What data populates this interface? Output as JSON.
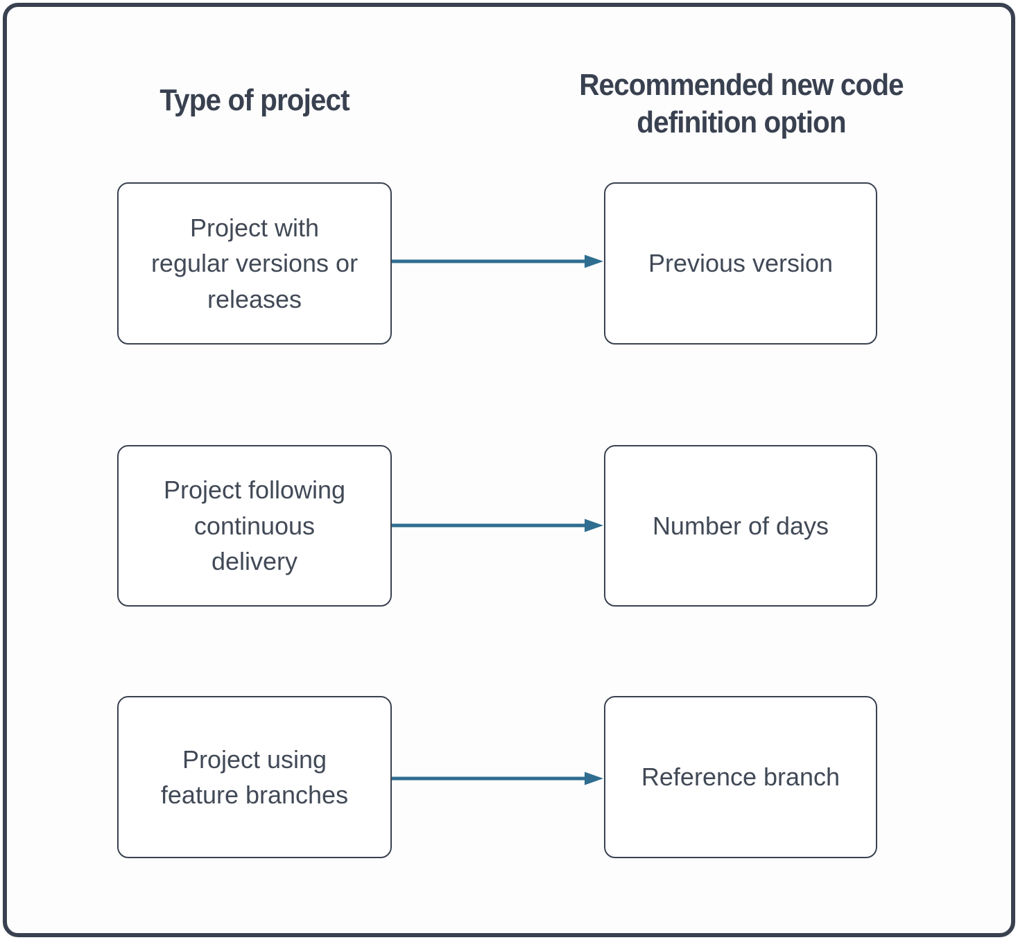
{
  "colors": {
    "slate": "#394150",
    "text": "#414956",
    "arrow": "#2f6e90",
    "bg": "#ffffff",
    "box_bg": "#fdfdfd"
  },
  "headers": {
    "left": "Type of project",
    "right": "Recommended new code\ndefinition option"
  },
  "rows": [
    {
      "source": "Project with\nregular versions or\nreleases",
      "target": "Previous version"
    },
    {
      "source": "Project following\ncontinuous\ndelivery",
      "target": "Number of days"
    },
    {
      "source": "Project using\nfeature branches",
      "target": "Reference branch"
    }
  ]
}
